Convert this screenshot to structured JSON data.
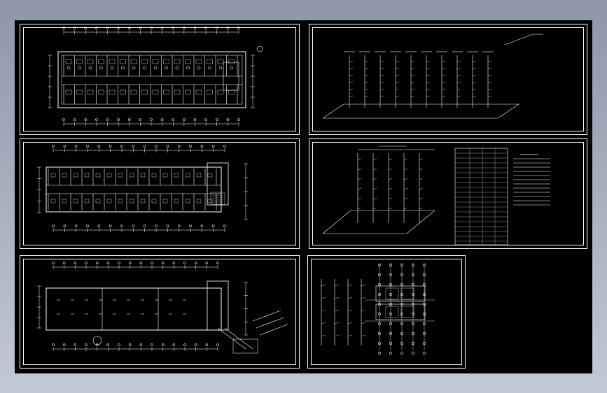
{
  "drawing": {
    "sheets": [
      {
        "id": "plan-1",
        "kind": "floor-plan-dense"
      },
      {
        "id": "riser-1",
        "kind": "isometric-riser"
      },
      {
        "id": "plan-2",
        "kind": "floor-plan-medium"
      },
      {
        "id": "riser-2",
        "kind": "isometric-with-table"
      },
      {
        "id": "plan-3",
        "kind": "floor-plan-sparse"
      },
      {
        "id": "detail",
        "kind": "risers-and-details"
      }
    ],
    "colors": {
      "background": "#000000",
      "line": "#ffffff",
      "frame": "#8d97a8"
    }
  }
}
